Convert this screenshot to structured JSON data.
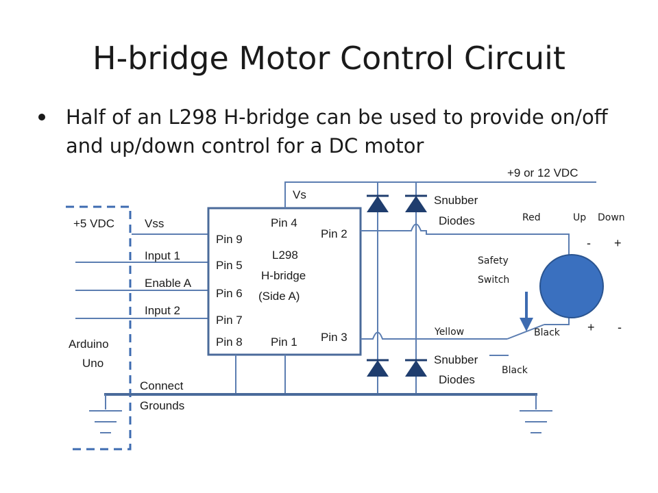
{
  "title": "H-bridge Motor Control Circuit",
  "bullet": "Half of an L298 H-bridge can be used to provide on/off and up/down control for a DC motor",
  "diagram": {
    "supply_label": "+9  or 12 VDC",
    "vs_label": "Vs",
    "snubber_top": [
      "Snubber",
      "Diodes"
    ],
    "snubber_bottom": [
      "Snubber",
      "Diodes"
    ],
    "arduino": {
      "five_v": "+5 VDC",
      "name": [
        "Arduino",
        "Uno"
      ]
    },
    "signals": {
      "vss": "Vss",
      "input1": "Input 1",
      "enable_a": "Enable A",
      "input2": "Input 2"
    },
    "chip": {
      "pin4": "Pin 4",
      "pin9": "Pin 9",
      "pin2": "Pin 2",
      "name": [
        "L298",
        "H-bridge",
        "(Side A)"
      ],
      "pin5": "Pin 5",
      "pin6": "Pin 6",
      "pin7": "Pin 7",
      "pin8": "Pin 8",
      "pin1": "Pin 1",
      "pin3": "Pin 3"
    },
    "motor": {
      "red": "Red",
      "up": "Up",
      "down": "Down",
      "up_top_sign": "-",
      "down_top_sign": "+",
      "up_bottom_sign": "+",
      "down_bottom_sign": "-"
    },
    "safety_switch": [
      "Safety",
      "Switch"
    ],
    "yellow": "Yellow",
    "black_motor": "Black",
    "black_switch": "Black",
    "grounds": [
      "Connect",
      "Grounds"
    ],
    "colors": {
      "wire": "#5b7db1",
      "chip_border": "#4a6a9a",
      "diode": "#1f3d6e",
      "motor": "#3a70bf",
      "dashed": "#3d6bb0",
      "arrow": "#3d6bb0"
    }
  }
}
